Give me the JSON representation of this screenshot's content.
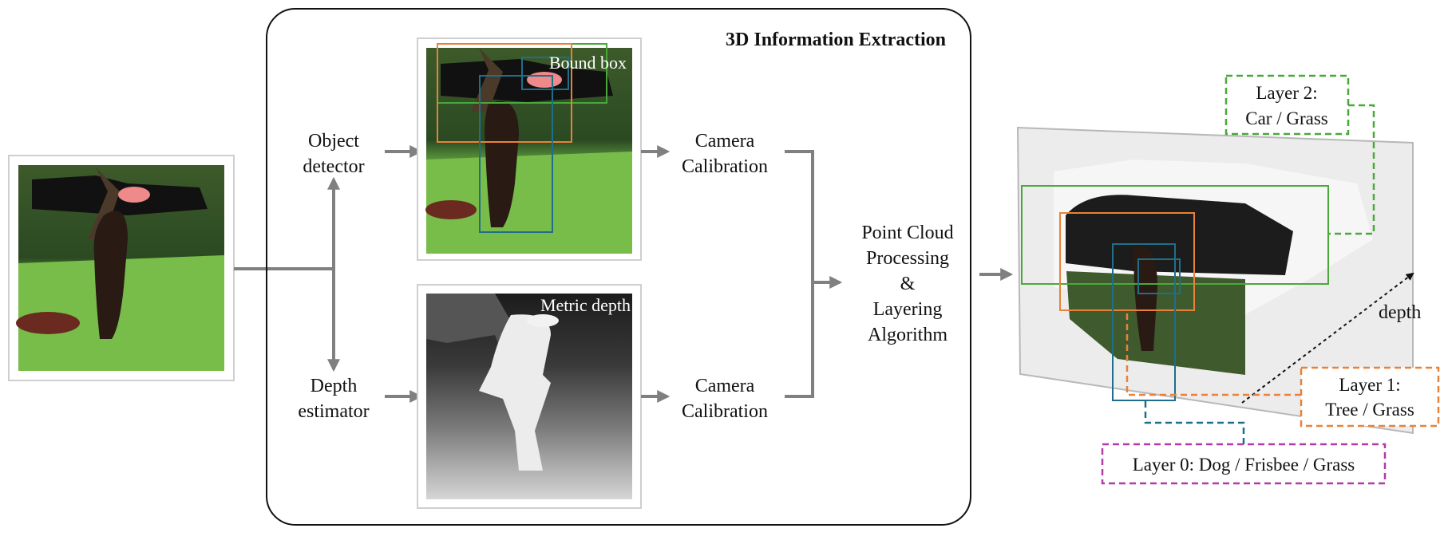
{
  "title": "3D Information Extraction",
  "object_detector": {
    "line1": "Object",
    "line2": "detector"
  },
  "depth_estimator": {
    "line1": "Depth",
    "line2": "estimator"
  },
  "camera_top": {
    "line1": "Camera",
    "line2": "Calibration"
  },
  "camera_bottom": {
    "line1": "Camera",
    "line2": "Calibration"
  },
  "point_cloud": {
    "line1": "Point Cloud",
    "line2": "Processing",
    "line3": "&",
    "line4": "Layering",
    "line5": "Algorithm"
  },
  "overlay_bbox": "Bound box",
  "overlay_depth": "Metric depth",
  "depth_axis": "depth",
  "layer2": {
    "line1": "Layer 2:",
    "line2": "Car / Grass",
    "color": "#4aa83a"
  },
  "layer1": {
    "line1": "Layer 1:",
    "line2": "Tree / Grass",
    "color": "#e8823a"
  },
  "layer0": {
    "line1": "Layer 0: Dog / Frisbee / Grass",
    "color": "#b03aa8"
  },
  "colors": {
    "arrow": "#808080",
    "box_green": "#4aa83a",
    "box_orange": "#e8823a",
    "box_teal": "#1f6f8b"
  }
}
